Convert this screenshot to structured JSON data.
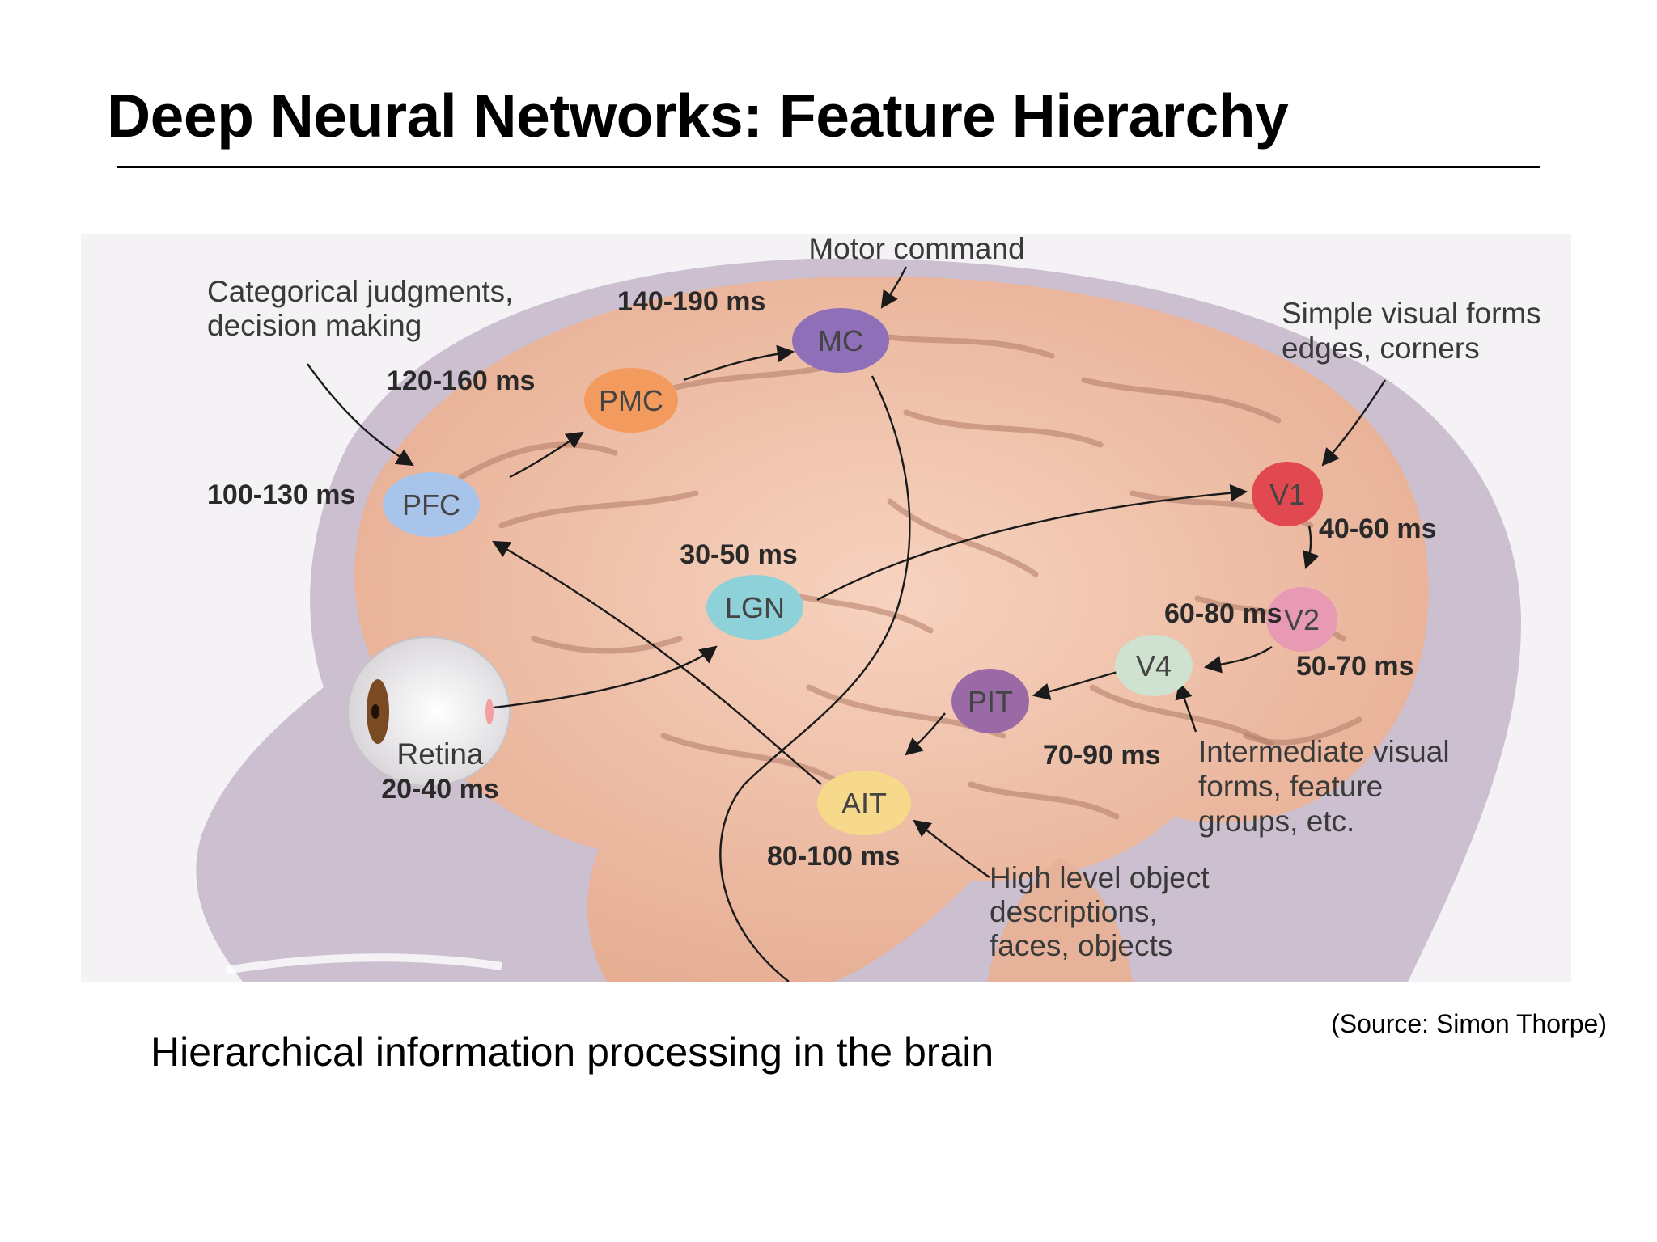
{
  "slide": {
    "title": "Deep Neural Networks: Feature Hierarchy",
    "caption": "Hierarchical information processing in the brain",
    "source": "(Source: Simon Thorpe)"
  },
  "diagram": {
    "areas": {
      "pfc": "PFC",
      "pmc": "PMC",
      "mc": "MC",
      "lgn": "LGN",
      "v1": "V1",
      "v2": "V2",
      "v4": "V4",
      "pit": "PIT",
      "ait": "AIT"
    },
    "latencies": {
      "retina": "20-40 ms",
      "lgn": "30-50 ms",
      "v1": "40-60 ms",
      "v2": "50-70 ms",
      "v4": "60-80 ms",
      "pit": "70-90 ms",
      "ait": "80-100 ms",
      "pfc": "100-130 ms",
      "pmc": "120-160 ms",
      "mc": "140-190 ms"
    },
    "retina_label": "Retina",
    "descriptions": {
      "motor": "Motor command",
      "categorical": [
        "Categorical judgments,",
        "decision making"
      ],
      "simple": [
        "Simple visual forms",
        "edges, corners"
      ],
      "intermediate": [
        "Intermediate visual",
        "forms, feature",
        "groups, etc."
      ],
      "high": [
        "High level object",
        "descriptions,",
        "faces, objects"
      ]
    },
    "colors": {
      "pfc": "#a9c4ea",
      "pmc": "#f39a5e",
      "mc": "#8f6fb8",
      "lgn": "#8ed1d8",
      "v1": "#e2484f",
      "v2": "#e89ab5",
      "v4": "#cfe2cf",
      "pit": "#9a6aa7",
      "ait": "#f6d98a",
      "brain": "#f2c2a8",
      "head": "#c9bccd"
    }
  }
}
